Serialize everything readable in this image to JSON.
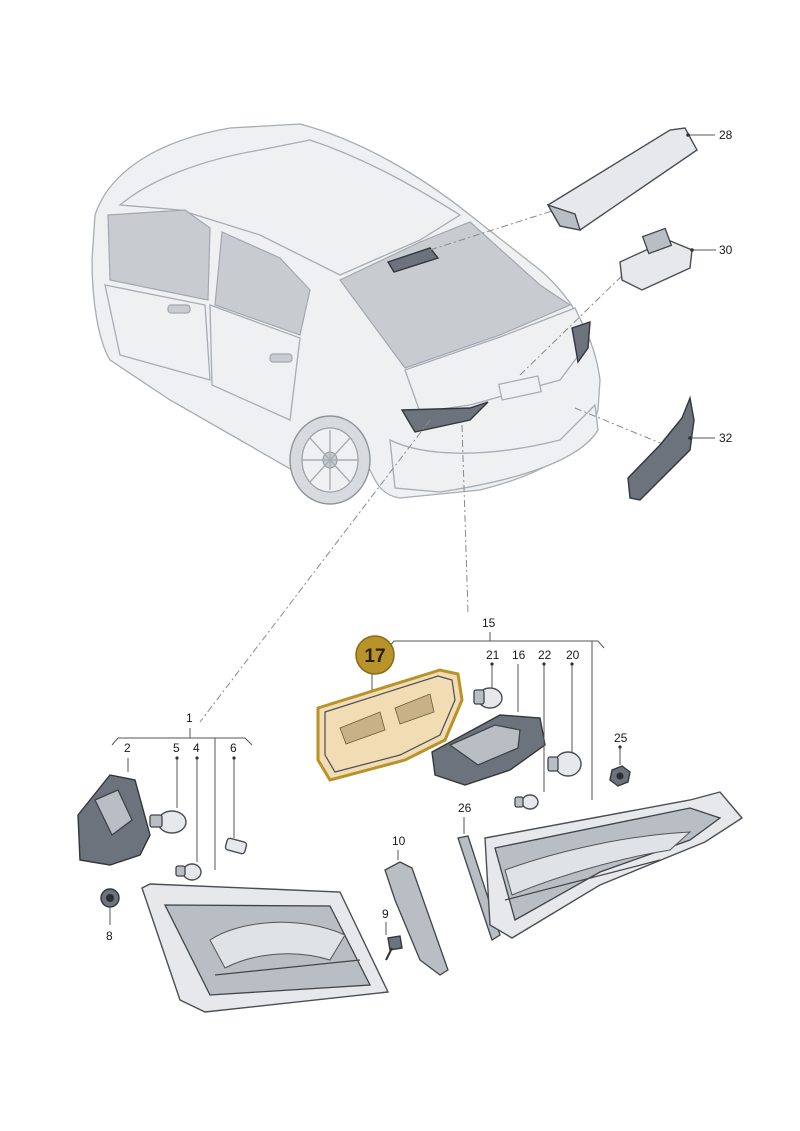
{
  "callouts": {
    "c1": "1",
    "c2": "2",
    "c4": "4",
    "c5": "5",
    "c6": "6",
    "c8": "8",
    "c9": "9",
    "c10": "10",
    "c15": "15",
    "c16": "16",
    "c20": "20",
    "c21": "21",
    "c22": "22",
    "c25": "25",
    "c26": "26",
    "c28": "28",
    "c30": "30",
    "c32": "32"
  },
  "highlight": {
    "label": "17",
    "color": "#b8932a",
    "part_fill": "#f2dcb3"
  }
}
